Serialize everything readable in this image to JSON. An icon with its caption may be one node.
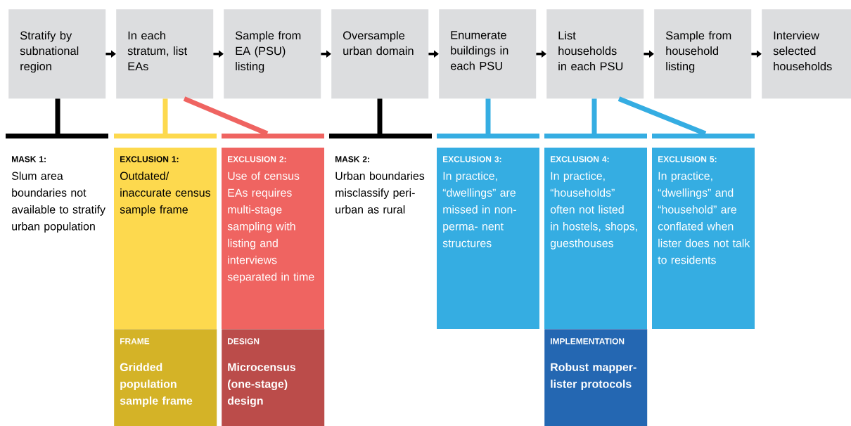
{
  "diagram": {
    "nodes": [
      {
        "text": [
          "Stratify by subnational region"
        ]
      },
      {
        "text": [
          "In each stratum, list EAs"
        ]
      },
      {
        "text": [
          "Sample from EA (PSU) listing"
        ]
      },
      {
        "text": [
          "Oversample urban domain"
        ]
      },
      {
        "text": [
          "Enumerate buildings in each PSU"
        ]
      },
      {
        "text": [
          "List households in each PSU"
        ]
      },
      {
        "text": [
          "Sample from household listing"
        ]
      },
      {
        "text": [
          "Interview selected households"
        ]
      },
      {
        "text": [
          "MASK 1:",
          "Slum area boundaries not available to stratify urban population"
        ]
      },
      {
        "text": [
          "EXCLUSION 1:",
          "Outdated/ inaccurate census sample frame"
        ]
      },
      {
        "text": [
          "FRAME",
          "Gridded population sample frame"
        ]
      },
      {
        "text": [
          "EXCLUSION 2:",
          "Use of census EAs requires multi-stage sampling with listing and interviews separated in time"
        ]
      },
      {
        "text": [
          "DESIGN",
          "Microcensus (one-stage) design"
        ]
      },
      {
        "text": [
          "MASK 2:",
          "Urban boundaries misclassify peri-urban as rural"
        ]
      },
      {
        "text": [
          "EXCLUSION 3:",
          "In practice, “dwellings” are missed in non-perma- nent structures"
        ]
      },
      {
        "text": [
          "EXCLUSION 4:",
          "In practice, “households” often not listed in hostels, shops, guesthouses"
        ]
      },
      {
        "text": [
          "IMPLEMENTATION",
          "Robust mapper-lister protocols"
        ]
      },
      {
        "text": [
          "EXCLUSION 5:",
          "In practice, “dwellings” and “household” are conflated when lister does not talk to residents"
        ]
      }
    ],
    "edges": [
      {
        "from": 0,
        "to": 1,
        "arrow": "to"
      },
      {
        "from": 1,
        "to": 2,
        "arrow": "to"
      },
      {
        "from": 2,
        "to": 3,
        "arrow": "to"
      },
      {
        "from": 3,
        "to": 4,
        "arrow": "to"
      },
      {
        "from": 4,
        "to": 5,
        "arrow": "to"
      },
      {
        "from": 5,
        "to": 6,
        "arrow": "to"
      },
      {
        "from": 6,
        "to": 7,
        "arrow": "to"
      },
      {
        "from": 0,
        "to": 8,
        "arrow": "none",
        "style": "thick"
      },
      {
        "from": 1,
        "to": 9,
        "arrow": "none",
        "style": "thick",
        "color": "#fdd94e"
      },
      {
        "from": 1,
        "to": 11,
        "arrow": "none",
        "style": "thick",
        "color": "#ef6461"
      },
      {
        "from": 3,
        "to": 13,
        "arrow": "none",
        "style": "thick"
      },
      {
        "from": 4,
        "to": 14,
        "arrow": "none",
        "style": "thick",
        "color": "#35ade2"
      },
      {
        "from": 5,
        "to": 15,
        "arrow": "none",
        "style": "thick",
        "color": "#35ade2"
      },
      {
        "from": 5,
        "to": 17,
        "arrow": "none",
        "style": "thick",
        "color": "#35ade2"
      }
    ]
  }
}
